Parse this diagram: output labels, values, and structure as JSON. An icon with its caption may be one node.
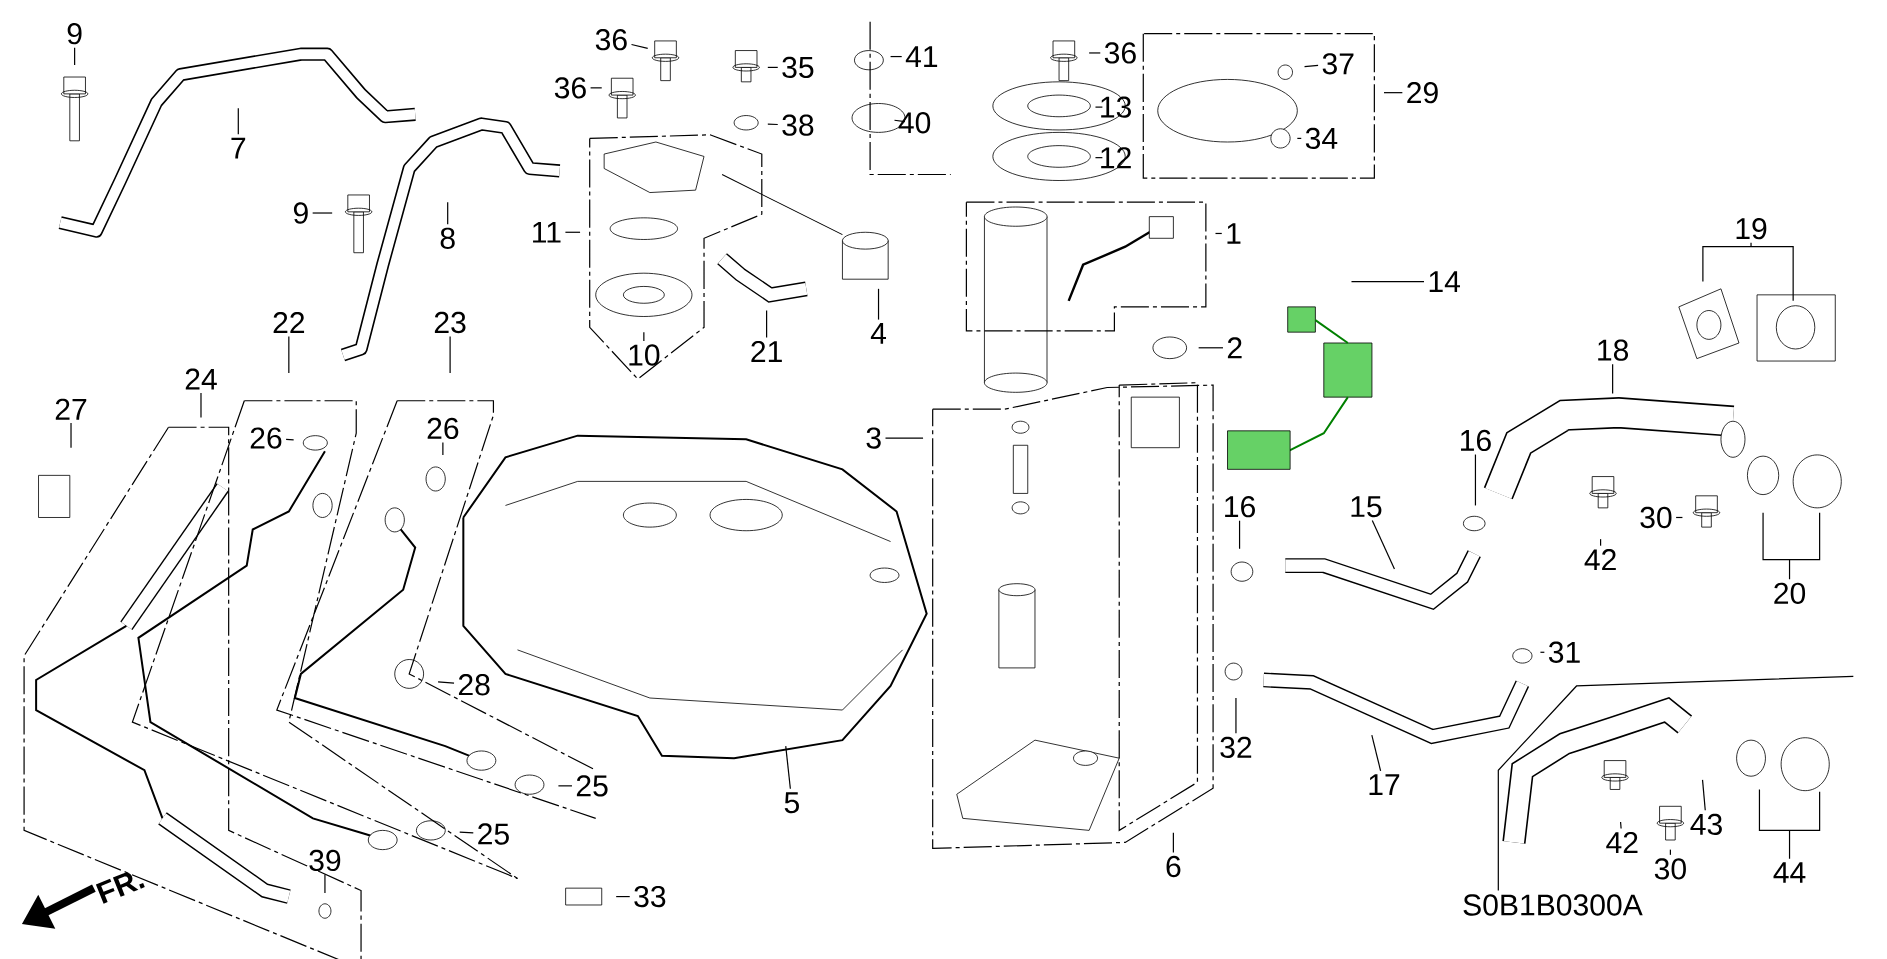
{
  "diagram": {
    "nodes": [
      {
        "text": [
          "9"
        ]
      },
      {
        "text": [
          "36"
        ]
      },
      {
        "text": [
          "36"
        ]
      },
      {
        "text": [
          "41"
        ]
      },
      {
        "text": [
          "37"
        ]
      },
      {
        "text": [
          "35"
        ]
      },
      {
        "text": [
          "29"
        ]
      },
      {
        "text": [
          "36"
        ]
      },
      {
        "text": [
          "13"
        ]
      },
      {
        "text": [
          "40"
        ]
      },
      {
        "text": [
          "38"
        ]
      },
      {
        "text": [
          "34"
        ]
      },
      {
        "text": [
          "12"
        ]
      },
      {
        "text": [
          "7"
        ]
      },
      {
        "text": [
          "9"
        ]
      },
      {
        "text": [
          "11"
        ]
      },
      {
        "text": [
          "8"
        ]
      },
      {
        "text": [
          "19"
        ]
      },
      {
        "text": [
          "1"
        ]
      },
      {
        "text": [
          "14"
        ]
      },
      {
        "text": [
          "22"
        ]
      },
      {
        "text": [
          "23"
        ]
      },
      {
        "text": [
          "10"
        ]
      },
      {
        "text": [
          "21"
        ]
      },
      {
        "text": [
          "4"
        ]
      },
      {
        "text": [
          "2"
        ]
      },
      {
        "text": [
          "18"
        ]
      },
      {
        "text": [
          "24"
        ]
      },
      {
        "text": [
          "27"
        ]
      },
      {
        "text": [
          "3"
        ]
      },
      {
        "text": [
          "26"
        ]
      },
      {
        "text": [
          "26"
        ]
      },
      {
        "text": [
          "16"
        ]
      },
      {
        "text": [
          "16"
        ]
      },
      {
        "text": [
          "15"
        ]
      },
      {
        "text": [
          "42"
        ]
      },
      {
        "text": [
          "30"
        ]
      },
      {
        "text": [
          "20"
        ]
      },
      {
        "text": [
          "31"
        ]
      },
      {
        "text": [
          "28"
        ]
      },
      {
        "text": [
          "32"
        ]
      },
      {
        "text": [
          "17"
        ]
      },
      {
        "text": [
          "25"
        ]
      },
      {
        "text": [
          "5"
        ]
      },
      {
        "text": [
          "43"
        ]
      },
      {
        "text": [
          "25"
        ]
      },
      {
        "text": [
          "42"
        ]
      },
      {
        "text": [
          "6"
        ]
      },
      {
        "text": [
          "30"
        ]
      },
      {
        "text": [
          "39"
        ]
      },
      {
        "text": [
          "44"
        ]
      },
      {
        "text": [
          "33"
        ]
      }
    ],
    "edges": [
      {
        "from": 0,
        "to": null,
        "arrow": "none"
      },
      {
        "from": 1,
        "to": null,
        "arrow": "none"
      },
      {
        "from": 2,
        "to": null,
        "arrow": "none"
      },
      {
        "from": 3,
        "to": null,
        "arrow": "none"
      },
      {
        "from": 4,
        "to": null,
        "arrow": "none"
      },
      {
        "from": 5,
        "to": null,
        "arrow": "none"
      },
      {
        "from": 6,
        "to": null,
        "arrow": "none"
      },
      {
        "from": 7,
        "to": null,
        "arrow": "none"
      },
      {
        "from": 8,
        "to": null,
        "arrow": "none"
      },
      {
        "from": 9,
        "to": null,
        "arrow": "none"
      },
      {
        "from": 10,
        "to": null,
        "arrow": "none"
      },
      {
        "from": 11,
        "to": null,
        "arrow": "none"
      },
      {
        "from": 12,
        "to": null,
        "arrow": "none"
      },
      {
        "from": 13,
        "to": null,
        "arrow": "none"
      },
      {
        "from": 14,
        "to": null,
        "arrow": "none"
      },
      {
        "from": 15,
        "to": null,
        "arrow": "none"
      },
      {
        "from": 16,
        "to": null,
        "arrow": "none"
      },
      {
        "from": 17,
        "to": null,
        "arrow": "none"
      },
      {
        "from": 18,
        "to": null,
        "arrow": "none"
      },
      {
        "from": 19,
        "to": null,
        "arrow": "none"
      },
      {
        "from": 20,
        "to": null,
        "arrow": "none"
      },
      {
        "from": 21,
        "to": null,
        "arrow": "none"
      },
      {
        "from": 22,
        "to": null,
        "arrow": "none"
      },
      {
        "from": 23,
        "to": null,
        "arrow": "none"
      },
      {
        "from": 24,
        "to": null,
        "arrow": "none"
      },
      {
        "from": 25,
        "to": null,
        "arrow": "none"
      },
      {
        "from": 26,
        "to": null,
        "arrow": "none"
      },
      {
        "from": 27,
        "to": null,
        "arrow": "none"
      },
      {
        "from": 28,
        "to": null,
        "arrow": "none"
      },
      {
        "from": 29,
        "to": null,
        "arrow": "none"
      },
      {
        "from": 30,
        "to": null,
        "arrow": "none"
      },
      {
        "from": 31,
        "to": null,
        "arrow": "none"
      },
      {
        "from": 32,
        "to": null,
        "arrow": "none"
      },
      {
        "from": 33,
        "to": null,
        "arrow": "none"
      },
      {
        "from": 34,
        "to": null,
        "arrow": "none"
      },
      {
        "from": 35,
        "to": null,
        "arrow": "none"
      },
      {
        "from": 36,
        "to": null,
        "arrow": "none"
      },
      {
        "from": 37,
        "to": null,
        "arrow": "none"
      },
      {
        "from": 38,
        "to": null,
        "arrow": "none"
      },
      {
        "from": 39,
        "to": null,
        "arrow": "none"
      },
      {
        "from": 40,
        "to": null,
        "arrow": "none"
      },
      {
        "from": 41,
        "to": null,
        "arrow": "none"
      },
      {
        "from": 42,
        "to": null,
        "arrow": "none"
      },
      {
        "from": 43,
        "to": null,
        "arrow": "none"
      },
      {
        "from": 44,
        "to": null,
        "arrow": "none"
      },
      {
        "from": 45,
        "to": null,
        "arrow": "none"
      },
      {
        "from": 46,
        "to": null,
        "arrow": "none"
      },
      {
        "from": 47,
        "to": null,
        "arrow": "none"
      },
      {
        "from": 48,
        "to": null,
        "arrow": "none"
      },
      {
        "from": 49,
        "to": null,
        "arrow": "none"
      },
      {
        "from": 50,
        "to": null,
        "arrow": "none"
      },
      {
        "from": 51,
        "to": null,
        "arrow": "none"
      }
    ],
    "labels": [
      "FR.",
      "S0B1B0300A"
    ]
  }
}
